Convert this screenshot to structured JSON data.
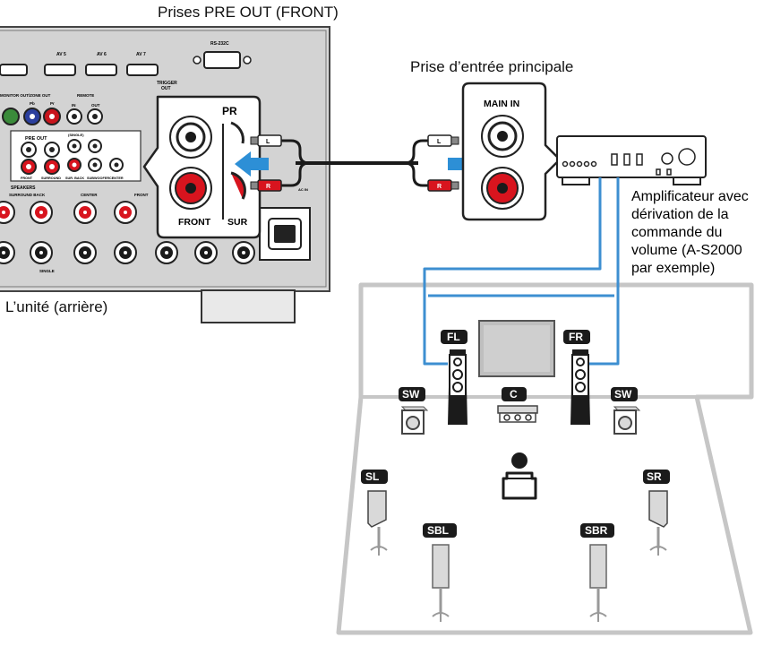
{
  "labels": {
    "pre_out_front": "Prises PRE OUT (FRONT)",
    "main_input": "Prise d’entrée principale",
    "unit_rear": "L’unité (arrière)",
    "amplifier_desc": [
      "Amplificateur avec",
      "dérivation de la",
      "commande du",
      "volume (A-S2000",
      "par exemple)"
    ]
  },
  "receiver": {
    "hdmi_labels": [
      "AV 5",
      "AV 6",
      "AV 7"
    ],
    "rs232c": "RS-232C",
    "trigger_out": [
      "TRIGGER",
      "OUT"
    ],
    "monitor_out": "MONITOR OUT/ZONE OUT",
    "pb": "Pb",
    "pr": "Pr",
    "remote": "REMOTE",
    "remote_in": "IN",
    "remote_out": "OUT",
    "pre_out": "PRE OUT",
    "single": "(SINGLE)",
    "jack_front": "FRONT",
    "jack_surround": "SURROUND",
    "jack_sur_back": "SUR. BACK",
    "jack_subwoofer": "SUBWOOFER",
    "jack_center": "CENTER",
    "speakers": "SPEAKERS",
    "surround_back": "SURROUND BACK",
    "center": "CENTER",
    "front": "FRONT",
    "single_bottom": "SINGLE",
    "ac_in": "AC IN"
  },
  "callout_receiver": {
    "pr": "PR",
    "front": "FRONT",
    "sur": "SUR"
  },
  "callout_amp": {
    "main_in": "MAIN IN"
  },
  "cable": {
    "left": "L",
    "right": "R"
  },
  "speakers": {
    "fl": "FL",
    "fr": "FR",
    "c": "C",
    "sw_left": "SW",
    "sw_right": "SW",
    "sl": "SL",
    "sr": "SR",
    "sbl": "SBL",
    "sbr": "SBR"
  },
  "colors": {
    "arrow_blue": "#2d8fd6",
    "rca_red": "#d8141e",
    "cable_dark": "#1a1a1a",
    "speaker_label_bg": "#1b1b1b",
    "wire_blue": "#3d8fd1",
    "room_gray": "#c9c9c9",
    "device_gray": "#bdbdbd"
  }
}
